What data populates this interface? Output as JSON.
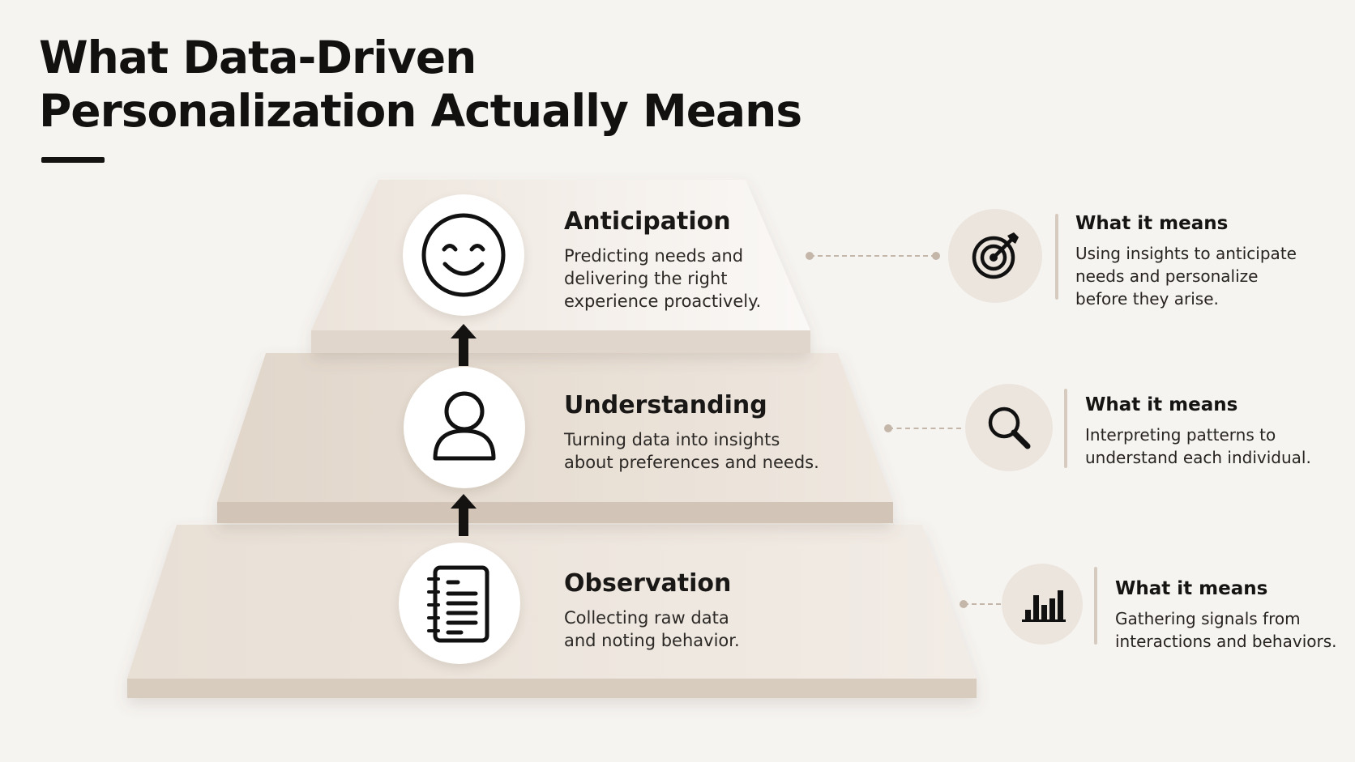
{
  "title": {
    "line1": "What Data-Driven",
    "line2": "Personalization Actually Means"
  },
  "colors": {
    "background": "#f6f4f1",
    "tier_top": "#f1ece6",
    "tier_middle": "#e6ddd3",
    "tier_bottom": "#ece5dc",
    "meaning_circle": "#ece5dd",
    "connector": "#c4b6a8"
  },
  "tiers": [
    {
      "heading": "Anticipation",
      "description": "Predicting needs and delivering the right experience proactively.",
      "icon": "smiley-face-icon",
      "meaning": {
        "label": "What it means",
        "text": "Using insights to anticipate needs and personalize before they arise.",
        "icon": "target-icon"
      }
    },
    {
      "heading": "Understanding",
      "description": "Turning data into insights about preferences and needs.",
      "icon": "person-icon",
      "meaning": {
        "label": "What it means",
        "text": "Interpreting patterns to understand each individual.",
        "icon": "magnifier-icon"
      }
    },
    {
      "heading": "Observation",
      "description": "Collecting raw data and noting behavior.",
      "icon": "notebook-icon",
      "meaning": {
        "label": "What it means",
        "text": "Gathering signals from interactions and behaviors.",
        "icon": "bar-chart-icon"
      }
    }
  ]
}
